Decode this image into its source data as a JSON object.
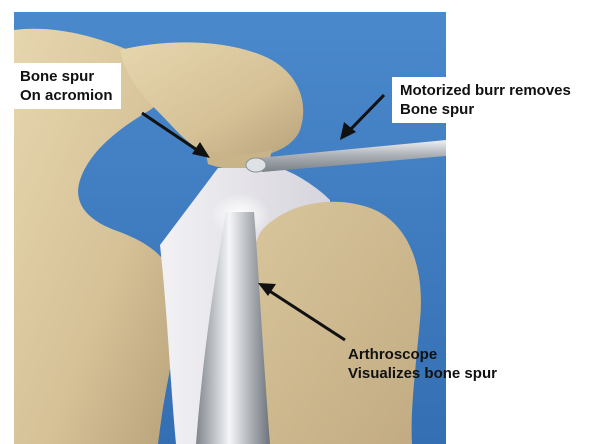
{
  "colors": {
    "background": "#3f7fc4",
    "bone": "#dcc9a0",
    "bone_shadow": "#b7a07a",
    "cartilage": "#e7e5ea",
    "instrument": "#bfc3c8",
    "arrow": "#111111",
    "label_text": "#111111"
  },
  "labels": {
    "bone_spur": {
      "line1": "Bone spur",
      "line2": "On acromion"
    },
    "burr": {
      "line1": "Motorized burr removes",
      "line2": "Bone spur"
    },
    "arthroscope": {
      "line1": "Arthroscope",
      "line2": "Visualizes bone spur"
    }
  },
  "icons": [
    "arrow-pointer-icon"
  ]
}
